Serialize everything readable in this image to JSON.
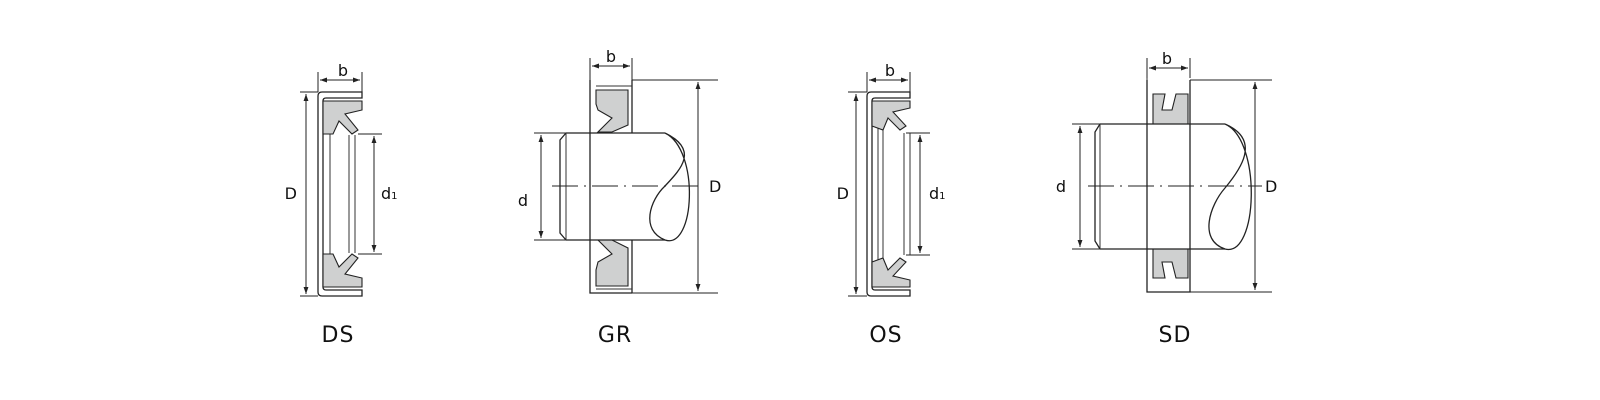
{
  "figures": [
    {
      "id": "ds",
      "title": "DS",
      "dims": {
        "b": "b",
        "D": "D",
        "d": "d",
        "d_sub": "1"
      }
    },
    {
      "id": "gr",
      "title": "GR",
      "dims": {
        "b": "b",
        "D": "D",
        "d": "d"
      }
    },
    {
      "id": "os",
      "title": "OS",
      "dims": {
        "b": "b",
        "D": "D",
        "d": "d",
        "d_sub": "1"
      }
    },
    {
      "id": "sd",
      "title": "SD",
      "dims": {
        "b": "b",
        "D": "D",
        "d": "d"
      }
    }
  ],
  "colors": {
    "line": "#222222",
    "seal_fill": "#cfd0d0",
    "background": "#ffffff"
  }
}
